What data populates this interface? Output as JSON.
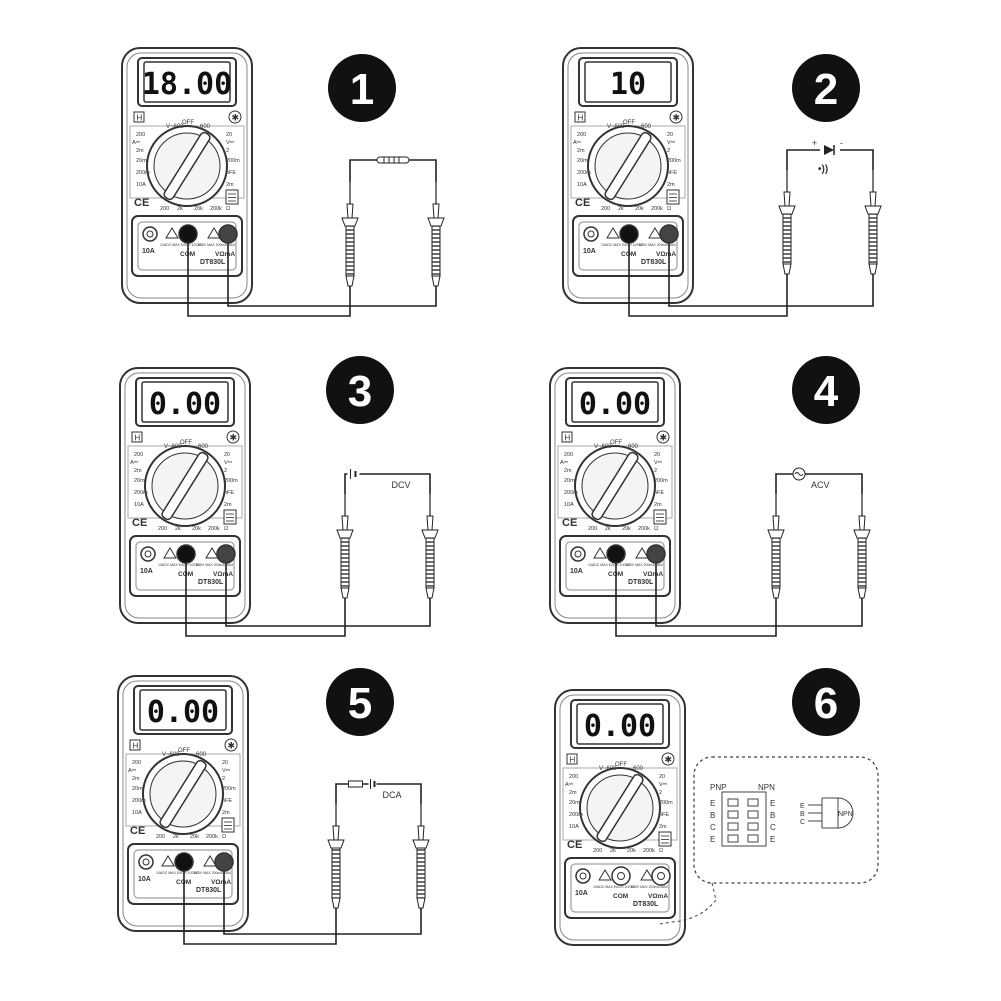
{
  "panels": [
    {
      "step": "1",
      "display": "18.00",
      "circuit": {
        "type": "resistor",
        "label": ""
      },
      "third_jack": false
    },
    {
      "step": "2",
      "display": "10",
      "circuit": {
        "type": "diode",
        "label": "",
        "plus": "+",
        "minus": "-",
        "sound": "•))"
      },
      "third_jack": false
    },
    {
      "step": "3",
      "display": "0.00",
      "circuit": {
        "type": "battery",
        "label": "DCV"
      },
      "third_jack": false
    },
    {
      "step": "4",
      "display": "0.00",
      "circuit": {
        "type": "ac",
        "label": "ACV"
      },
      "third_jack": false
    },
    {
      "step": "5",
      "display": "0.00",
      "circuit": {
        "type": "dca",
        "label": "DCA"
      },
      "third_jack": false
    },
    {
      "step": "6",
      "display": "0.00",
      "circuit": {
        "type": "none",
        "label": ""
      },
      "third_jack": true
    }
  ],
  "meter": {
    "model": "DT830L",
    "jack_10a": "10A",
    "jack_com": "COM",
    "jack_vohm": "VΩmA",
    "fuse_left": "10ADC MAX\nEACH 10SEC",
    "fuse_right": "600V MAX\n200mA MAX",
    "hold": "H",
    "backlight": "✱",
    "ce": "CE",
    "dial": {
      "top": [
        "V~600",
        "OFF",
        "600"
      ],
      "left": [
        "200",
        "A⎓",
        "2m",
        "20m",
        "200m",
        "10A"
      ],
      "right": [
        "20",
        "V⎓",
        "2",
        "200m",
        "hFE",
        "2m"
      ],
      "bottom": [
        "200",
        "2k",
        "20k",
        "200k",
        "Ω"
      ]
    }
  },
  "transistor": {
    "pnp": "PNP",
    "npn": "NPN",
    "left_pins": [
      "E",
      "B",
      "C",
      "E"
    ],
    "right_pins": [
      "E",
      "B",
      "C",
      "E"
    ],
    "device_pins": [
      "E",
      "B",
      "C"
    ],
    "device_label": "NPN"
  },
  "colors": {
    "badge": "#111111",
    "outline": "#333333",
    "screen": "#ffffff",
    "dial": "#f4f4f4"
  }
}
